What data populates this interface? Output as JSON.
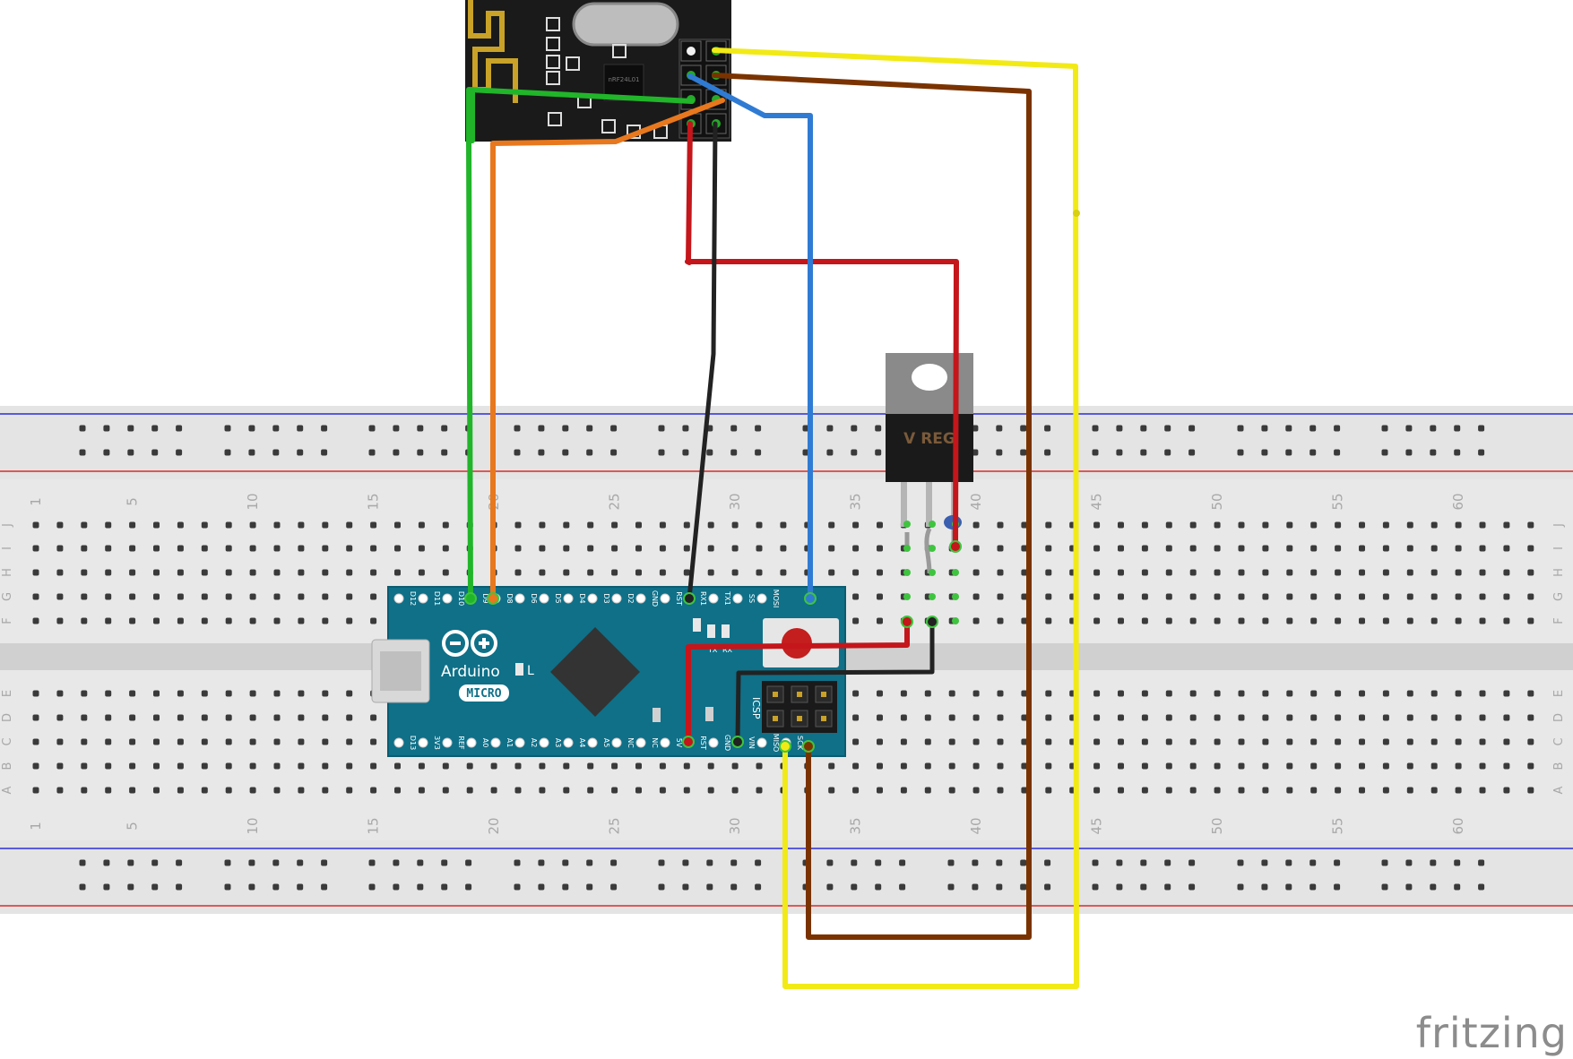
{
  "watermark": "fritzing",
  "breadboard": {
    "columns": 63,
    "column_labels": [
      "1",
      "5",
      "10",
      "15",
      "20",
      "25",
      "30",
      "35",
      "40",
      "45",
      "50",
      "55",
      "60"
    ],
    "top_row_letters": [
      "J",
      "I",
      "H",
      "G",
      "F"
    ],
    "bottom_row_letters": [
      "E",
      "D",
      "C",
      "B",
      "A"
    ]
  },
  "arduino": {
    "brand": "Arduino",
    "model": "MICRO",
    "led_label": "L",
    "tx_label": "TX",
    "rx_label": "RX",
    "icsp_label": "ICSP",
    "top_pins": [
      "D12",
      "D11",
      "D10",
      "D9",
      "D8",
      "D6",
      "D5",
      "D4",
      "D3",
      "D2",
      "GND",
      "RST",
      "RX1",
      "TX1",
      "SS",
      "MOSI"
    ],
    "bottom_pins": [
      "D13",
      "3V3",
      "REF",
      "A0",
      "A1",
      "A2",
      "A3",
      "A4",
      "A5",
      "NC",
      "NC",
      "5V",
      "RST",
      "GND",
      "VIN",
      "MISO",
      "SCK"
    ]
  },
  "regulator": {
    "label": "V REG"
  },
  "radio_module": {
    "chip_label": "nRF24L01"
  },
  "wire_colors": {
    "green": "#21b52a",
    "orange": "#e8781e",
    "red": "#c4161b",
    "black": "#222222",
    "blue": "#2f7bd4",
    "brown": "#7a3300",
    "yellow": "#f2ea16"
  }
}
